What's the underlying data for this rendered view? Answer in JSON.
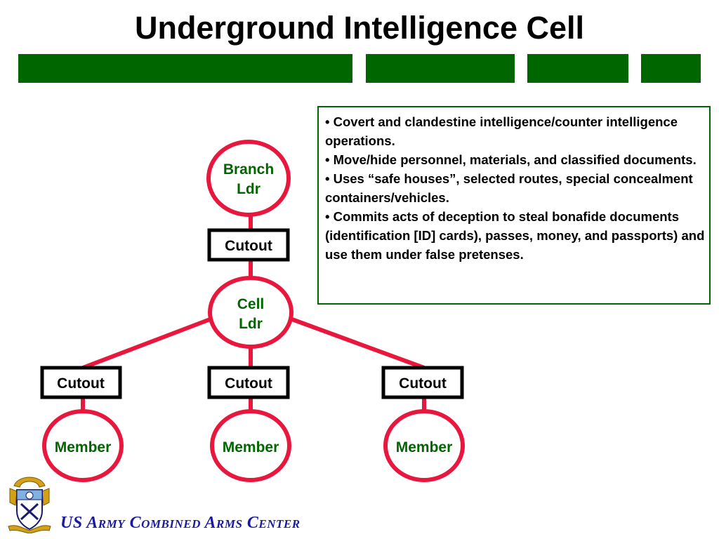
{
  "title": "Underground Intelligence Cell",
  "colors": {
    "accent_green": "#006600",
    "node_red": "#e8173e",
    "footer_blue": "#1a1aa0"
  },
  "nodes": {
    "branch_leader": {
      "line1": "Branch",
      "line2": "Ldr"
    },
    "cell_leader": {
      "line1": "Cell",
      "line2": "Ldr"
    },
    "cutout_top": "Cutout",
    "cutout_left": "Cutout",
    "cutout_center": "Cutout",
    "cutout_right": "Cutout",
    "member_left": "Member",
    "member_center": "Member",
    "member_right": "Member"
  },
  "bullets": [
    "• Covert and clandestine intelligence/counter intelligence operations.",
    "• Move/hide personnel, materials, and classified documents.",
    "• Uses  “safe houses”, selected routes, special concealment containers/vehicles.",
    "• Commits acts of deception to steal bonafide documents (identification [ID] cards), passes, money, and passports) and use them under false pretenses."
  ],
  "footer": "US Army Combined Arms Center"
}
